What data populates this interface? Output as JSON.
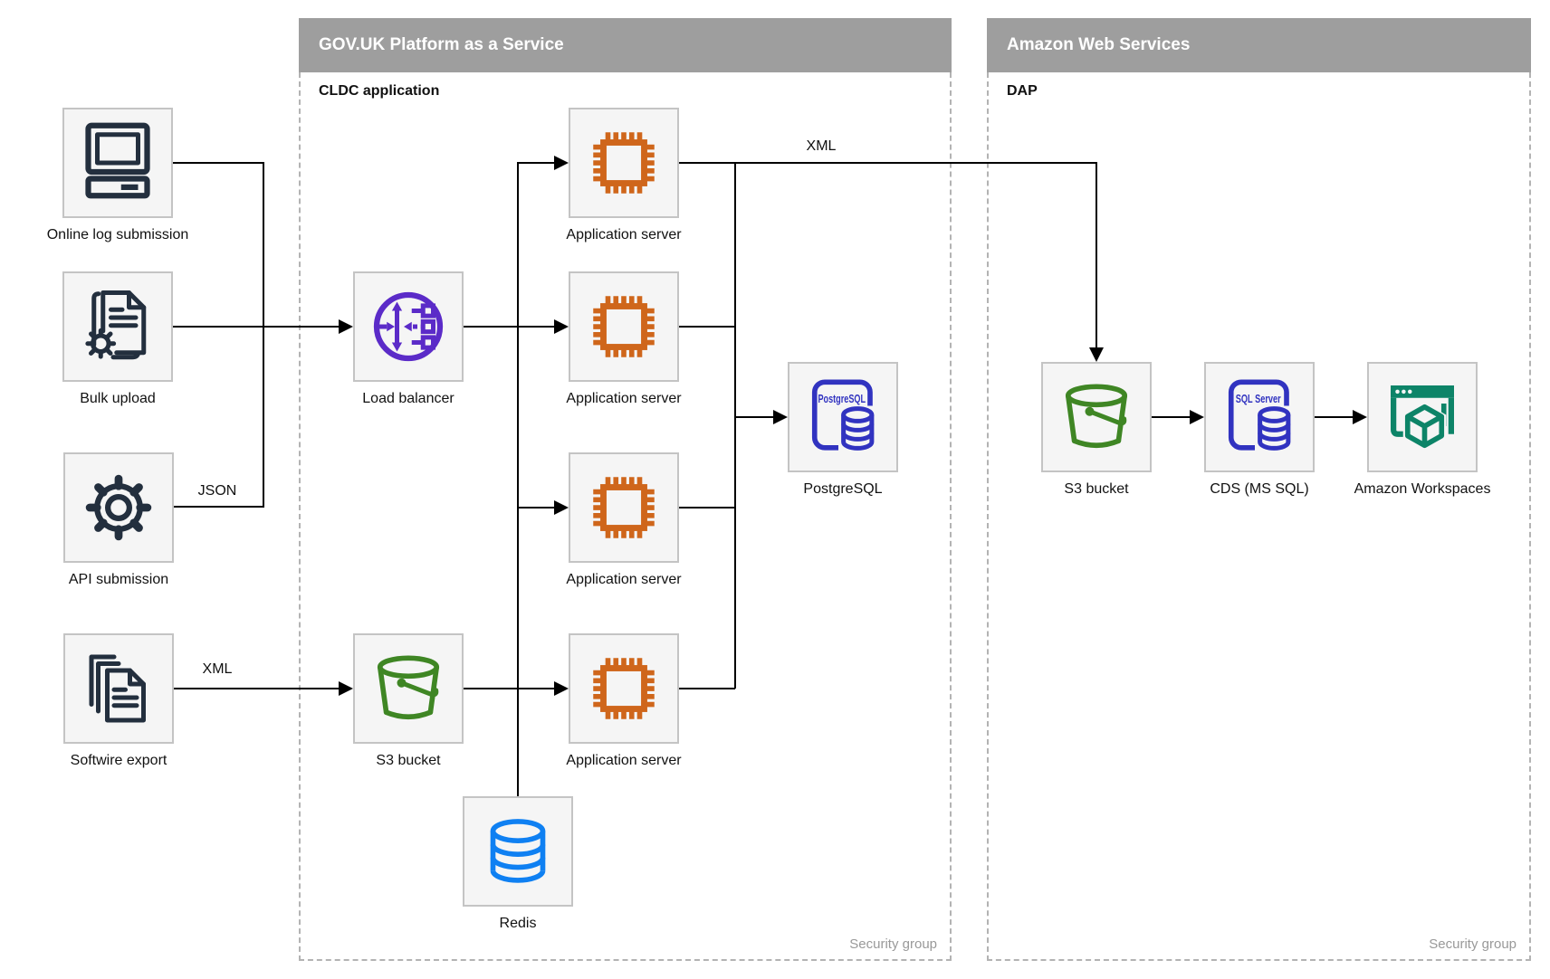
{
  "zones": {
    "govuk": {
      "title": "GOV.UK Platform as a Service",
      "sublabel": "CLDC application",
      "security_label": "Security group"
    },
    "aws": {
      "title": "Amazon Web Services",
      "sublabel": "DAP",
      "security_label": "Security group"
    }
  },
  "nodes": {
    "online": {
      "label": "Online log submission"
    },
    "bulk": {
      "label": "Bulk upload"
    },
    "api": {
      "label": "API submission"
    },
    "softwire": {
      "label": "Softwire export"
    },
    "load_balancer": {
      "label": "Load balancer"
    },
    "app1": {
      "label": "Application server"
    },
    "app2": {
      "label": "Application server"
    },
    "app3": {
      "label": "Application server"
    },
    "app4": {
      "label": "Application server"
    },
    "postgres": {
      "label": "PostgreSQL",
      "icon_text": "PostgreSQL"
    },
    "s3_govuk": {
      "label": "S3 bucket"
    },
    "redis": {
      "label": "Redis"
    },
    "s3_aws": {
      "label": "S3 bucket"
    },
    "cds": {
      "label": "CDS (MS SQL)",
      "icon_text": "SQL Server"
    },
    "workspaces": {
      "label": "Amazon Workspaces"
    }
  },
  "edge_labels": {
    "json": "JSON",
    "xml_softwire": "XML",
    "xml_to_aws": "XML"
  },
  "colors": {
    "navy": "#232f3e",
    "purple": "#5b2bc8",
    "orange": "#cf661b",
    "green": "#3f8624",
    "indigo": "#3133c0",
    "blue": "#0f80f2",
    "teal": "#0d8468",
    "header_gray": "#9e9e9e"
  }
}
